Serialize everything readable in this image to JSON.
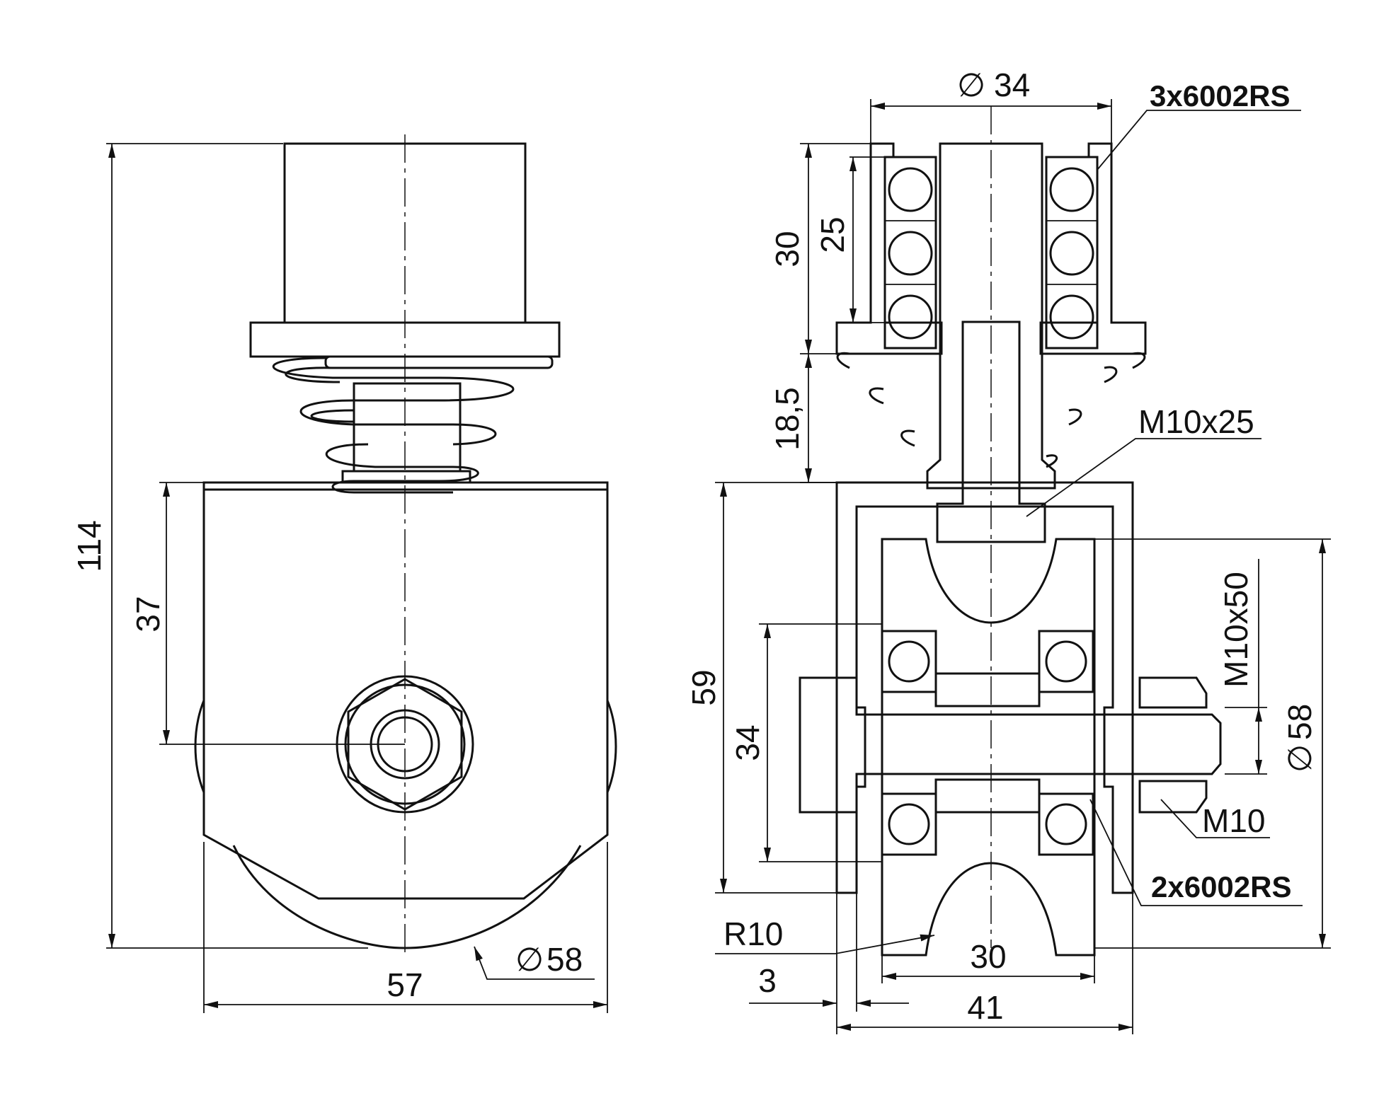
{
  "left_view": {
    "dim_overall_height": "114",
    "dim_housing_height": "37",
    "dim_width": "57",
    "dim_wheel_diameter": "58"
  },
  "right_view": {
    "dim_top_diameter": "34",
    "dim_top_bearings_label": "3x6002RS",
    "dim_top_height": "30",
    "dim_bearing_stack": "25",
    "dim_spring_gap": "18,5",
    "dim_screw_top": "M10x25",
    "dim_bracket_height": "59",
    "dim_bearing_span": "34",
    "dim_axle_screw": "M10x50",
    "dim_wheel_diameter": "58",
    "dim_nut": "M10",
    "dim_wheel_bearings_label": "2x6002RS",
    "dim_radius": "R10",
    "dim_groove_width": "30",
    "dim_wall": "3",
    "dim_total_width": "41"
  },
  "symbols": {
    "diameter": "∅"
  }
}
